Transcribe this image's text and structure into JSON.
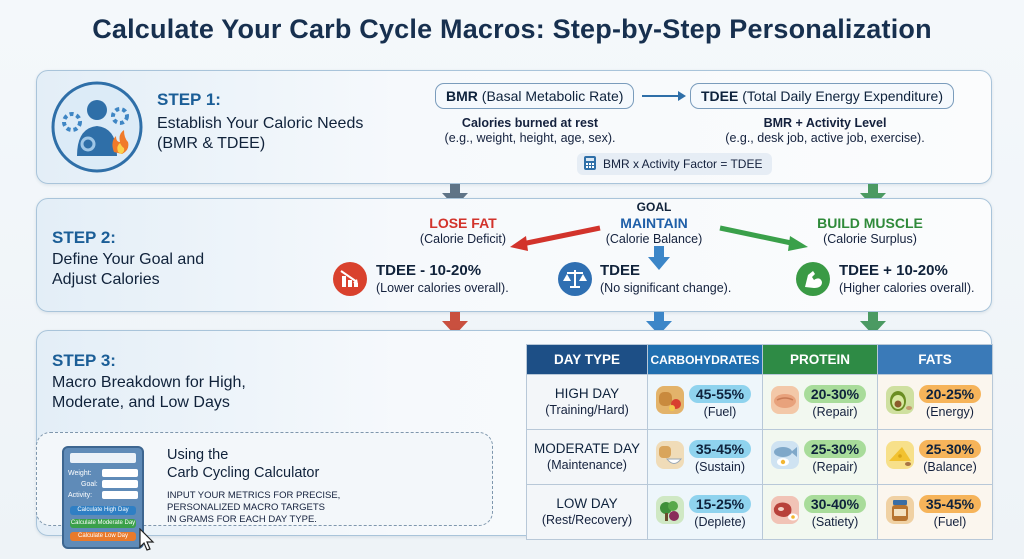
{
  "title": "Calculate Your Carb Cycle Macros: Step-by-Step Personalization",
  "step1": {
    "head": "STEP 1:",
    "sub1": "Establish Your Caloric Needs",
    "sub2": "(BMR & TDEE)",
    "bmr_label": "BMR",
    "bmr_rest": "(Basal Metabolic Rate)",
    "tdee_label": "TDEE",
    "tdee_rest": "(Total Daily Energy Expenditure)",
    "bmr_note1": "Calories burned at rest",
    "bmr_note2": "(e.g., weight, height, age, sex).",
    "tdee_note1": "BMR + Activity Level",
    "tdee_note2": "(e.g., desk job, active job, exercise).",
    "formula": "BMR x Activity Factor = TDEE"
  },
  "step2": {
    "head": "STEP 2:",
    "sub1": "Define Your Goal and",
    "sub2": "Adjust Calories",
    "goal_label": "GOAL",
    "lose": {
      "name": "LOSE FAT",
      "sub": "(Calorie Deficit)",
      "calc": "TDEE - 10-20%",
      "desc": "(Lower calories overall).",
      "color": "#d2332b"
    },
    "maintain": {
      "name": "MAINTAIN",
      "sub": "(Calorie Balance)",
      "calc": "TDEE",
      "desc": "(No significant change).",
      "color": "#1f5fa8"
    },
    "build": {
      "name": "BUILD MUSCLE",
      "sub": "(Calorie Surplus)",
      "calc": "TDEE + 10-20%",
      "desc": "(Higher calories overall).",
      "color": "#2f8a3a"
    }
  },
  "step3": {
    "head": "STEP 3:",
    "sub1": "Macro Breakdown for High,",
    "sub2": "Moderate, and Low Days"
  },
  "calculator": {
    "title1": "Using the",
    "title2": "Carb Cycling Calculator",
    "desc1": "INPUT YOUR METRICS FOR PRECISE,",
    "desc2": "PERSONALIZED MACRO TARGETS",
    "desc3": "IN GRAMS FOR EACH DAY TYPE.",
    "weight": "Weight:",
    "goal": "Goal:",
    "activity": "Activity:",
    "btn_high": "Calculate High Day",
    "btn_moderate": "Calculate Moderate Day",
    "btn_low": "Calculate Low Day"
  },
  "table": {
    "headers": [
      "DAY TYPE",
      "CARBOHYDRATES",
      "PROTEIN",
      "FATS"
    ],
    "rows": [
      {
        "day": "HIGH DAY",
        "day_sub": "(Training/Hard)",
        "carb": "45-55%",
        "carb_lab": "(Fuel)",
        "pro": "20-30%",
        "pro_lab": "(Repair)",
        "fat": "20-25%",
        "fat_lab": "(Energy)"
      },
      {
        "day": "MODERATE DAY",
        "day_sub": "(Maintenance)",
        "carb": "35-45%",
        "carb_lab": "(Sustain)",
        "pro": "25-30%",
        "pro_lab": "(Repair)",
        "fat": "25-30%",
        "fat_lab": "(Balance)"
      },
      {
        "day": "LOW DAY",
        "day_sub": "(Rest/Recovery)",
        "carb": "15-25%",
        "carb_lab": "(Deplete)",
        "pro": "30-40%",
        "pro_lab": "(Satiety)",
        "fat": "35-45%",
        "fat_lab": "(Fuel)"
      }
    ]
  },
  "icons": {
    "step1": "person-gears-flame-icon",
    "formula": "calculator-icon",
    "lose": "falling-chart-icon",
    "maintain": "balance-scale-icon",
    "build": "flexed-arm-icon",
    "carb_high": "bread-fruit-icon",
    "carb_mod": "bread-bowl-icon",
    "carb_low": "vegetables-icon",
    "pro_high": "chicken-breast-icon",
    "pro_mod": "fish-egg-icon",
    "pro_low": "steak-egg-icon",
    "fat_high": "avocado-nuts-icon",
    "fat_mod": "cheese-nuts-icon",
    "fat_low": "nut-butter-jar-icon"
  },
  "colors": {
    "header_day": "#1d4f86",
    "header_carb": "#1f6fb0",
    "header_protein": "#2e8b45",
    "header_fats": "#3a7ab8",
    "carb_pill": "#8fd3ee",
    "protein_pill": "#a8dc9a",
    "fat_pill": "#f6b45a"
  }
}
